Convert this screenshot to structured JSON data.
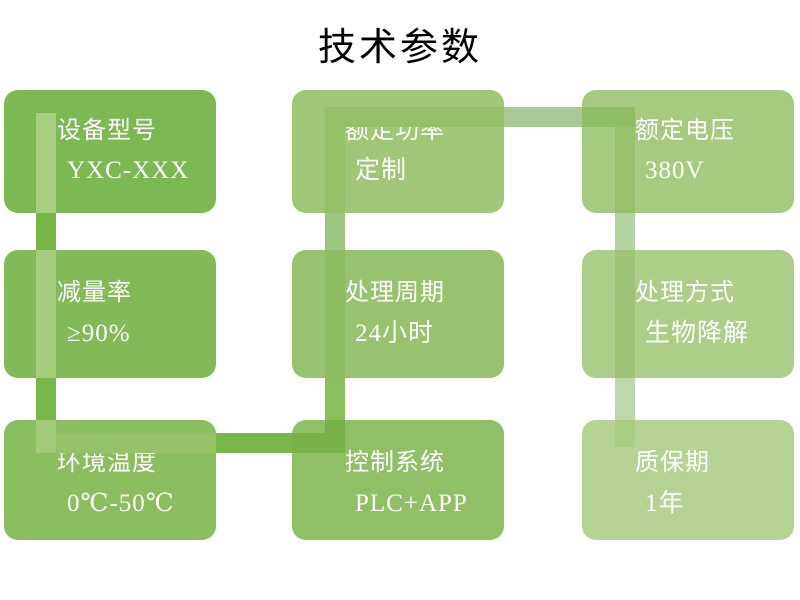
{
  "slide_title": "技术参数",
  "background": "#FFFFFF",
  "title_color": "#000000",
  "text_color": "#FFFFFF",
  "boxes": [
    {
      "label": "设备型号",
      "value": "YXC-XXX",
      "bg": "#7DB953"
    },
    {
      "label": "减量率",
      "value": "≥90%",
      "bg": "#81BA56"
    },
    {
      "label": "环境温度",
      "value": "0℃-50℃",
      "bg": "#8ABE5E"
    },
    {
      "label": "控制系统",
      "value": "PLC+APP",
      "bg": "#8FC065"
    },
    {
      "label": "处理周期",
      "value": "24小时",
      "bg": "#97C36F"
    },
    {
      "label": "额定功率",
      "value": "定制",
      "bg": "#9FC777"
    },
    {
      "label": "额定电压",
      "value": "380V",
      "bg": "#A6CA7F"
    },
    {
      "label": "处理方式",
      "value": "生物降解",
      "bg": "#ADCE88"
    },
    {
      "label": "质保期",
      "value": "1年",
      "bg": "#B6D295"
    }
  ],
  "connector_colors": {
    "v1_over_box1": "#A6D07F",
    "v1_gap12": "#76B647",
    "v1_over_box2": "#A4CE7C",
    "v1_gap23": "#78B748",
    "v1_over_box3": "#A1CB78",
    "h1_over_box3": "#95C169",
    "h1_gap34": "#79B74A",
    "h1_over_box4": "#77B148",
    "v2_over_box4": "#77B148",
    "v2_gap45": "#8BC060",
    "v2_over_box5": "#8CBD60",
    "v2_gap56": "#9CC581",
    "v2_over_box6": "#94C06A",
    "h2_over_box6": "#94C06A",
    "h2_gap67": "#A9C997",
    "h2_over_box7": "#8FBD64",
    "v3_over_box7": "#97C16D",
    "v3_gap78": "#B5D2A2",
    "v3_over_box8": "#A0C477",
    "v3_gap89": "#BED8AB",
    "v3_over_box9": "#A9CC81"
  }
}
